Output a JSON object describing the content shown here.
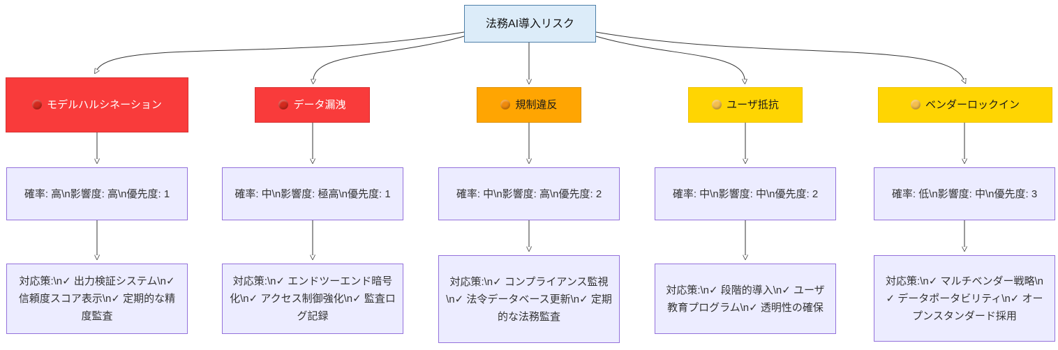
{
  "root": {
    "label": "法務AI導入リスク"
  },
  "columns": [
    {
      "risk": {
        "label": "モデルハルシネーション",
        "icon": "red-circle-icon",
        "dot_color": "#d32a1e",
        "severity": "red"
      },
      "assessment": "確率: 高\\n影響度: 高\\n優先度: 1",
      "countermeasures": "対応策:\\n✓ 出力検証システム\\n✓ 信頼度スコア表示\\n✓ 定期的な精度監査"
    },
    {
      "risk": {
        "label": "データ漏洩",
        "icon": "red-circle-icon",
        "dot_color": "#d32a1e",
        "severity": "red"
      },
      "assessment": "確率: 中\\n影響度: 極高\\n優先度: 1",
      "countermeasures": "対応策:\\n✓ エンドツーエンド暗号化\\n✓ アクセス制御強化\\n✓ 監査ログ記録"
    },
    {
      "risk": {
        "label": "規制違反",
        "icon": "orange-circle-icon",
        "dot_color": "#ef8a0d",
        "severity": "orange"
      },
      "assessment": "確率: 中\\n影響度: 高\\n優先度: 2",
      "countermeasures": "対応策:\\n✓ コンプライアンス監視\\n✓ 法令データベース更新\\n✓ 定期的な法務監査"
    },
    {
      "risk": {
        "label": "ユーザ抵抗",
        "icon": "yellow-circle-icon",
        "dot_color": "#f4be4e",
        "severity": "yellow"
      },
      "assessment": "確率: 中\\n影響度: 中\\n優先度: 2",
      "countermeasures": "対応策:\\n✓ 段階的導入\\n✓ ユーザ教育プログラム\\n✓ 透明性の確保"
    },
    {
      "risk": {
        "label": "ベンダーロックイン",
        "icon": "yellow-circle-icon",
        "dot_color": "#f4be4e",
        "severity": "yellow"
      },
      "assessment": "確率: 低\\n影響度: 中\\n優先度: 3",
      "countermeasures": "対応策:\\n✓ マルチベンダー戦略\\n✓ データポータビリティ\\n✓ オープンスタンダード採用"
    }
  ],
  "colors": {
    "root_fill": "#dcecf9",
    "root_border": "#4d7fa8",
    "red_fill": "#f93b3b",
    "red_border": "#d63232",
    "orange_fill": "#ffa502",
    "orange_border": "#dd8f03",
    "yellow_fill": "#ffd502",
    "yellow_border": "#eec203",
    "detail_fill": "#ececff",
    "detail_border": "#9370db",
    "edge": "#333333"
  }
}
